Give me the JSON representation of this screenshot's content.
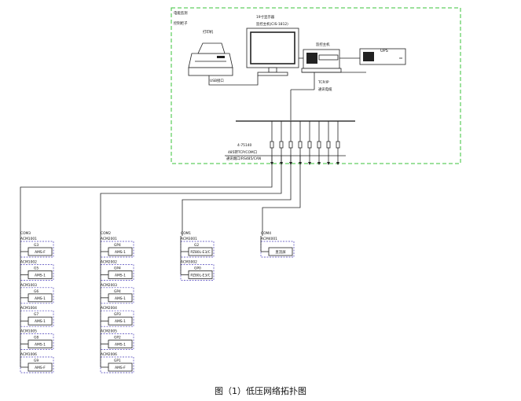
{
  "caption": "图（1）低压网络拓扑图",
  "control_room": {
    "title_1": "电能监测",
    "title_2": "控制柜子"
  },
  "devices": {
    "printer_label": "打印机",
    "printer_sublabel": "USB接口",
    "monitor_label": "19寸显示器",
    "monitor_sublabel": "监控主机(CIS-1812)",
    "host_label": "监控主机",
    "ups_label": "UPS",
    "tcpip_label": "TCP/IP",
    "tcpip_sublabel": "通讯电缆"
  },
  "bus": {
    "label_top": "4-75140",
    "label_mid": "485转TCP/COM口",
    "label_bottom": "通讯端口/RS485/CAN"
  },
  "groups": [
    {
      "line_label": "COM3",
      "meters": [
        {
          "tag": "ACM1001",
          "id": "G3",
          "model": "AMS-F"
        },
        {
          "tag": "ACM1002",
          "id": "G5",
          "model": "AMS-1"
        },
        {
          "tag": "ACM1003",
          "id": "G6",
          "model": "AMS-1"
        },
        {
          "tag": "ACM1004",
          "id": "G7",
          "model": "AMS-1"
        },
        {
          "tag": "ACM1005",
          "id": "G8",
          "model": "AMS-1"
        },
        {
          "tag": "ACM1006",
          "id": "G9",
          "model": "AMS-F"
        }
      ]
    },
    {
      "line_label": "COM2",
      "meters": [
        {
          "tag": "ACM2001",
          "id": "GP4",
          "model": "AMS-1"
        },
        {
          "tag": "ACM2002",
          "id": "GP4",
          "model": "AMS-1"
        },
        {
          "tag": "ACM2003",
          "id": "GP4",
          "model": "AMS-1"
        },
        {
          "tag": "ACM2004",
          "id": "GP3",
          "model": "AMS-1"
        },
        {
          "tag": "ACM2005",
          "id": "GP2",
          "model": "AMS-1"
        },
        {
          "tag": "ACM2006",
          "id": "GP1",
          "model": "AMS-F"
        }
      ]
    },
    {
      "line_label": "COM1",
      "meters": [
        {
          "tag": "ACM3001",
          "id": "G2",
          "model": "PZ80L-E3/C"
        },
        {
          "tag": "ACM3002",
          "id": "GP0",
          "model": "PZ80L-E3/C"
        }
      ]
    },
    {
      "line_label": "COM4",
      "meters": [
        {
          "tag": "ACM4001",
          "id": "",
          "model": "直流屏"
        }
      ]
    }
  ]
}
